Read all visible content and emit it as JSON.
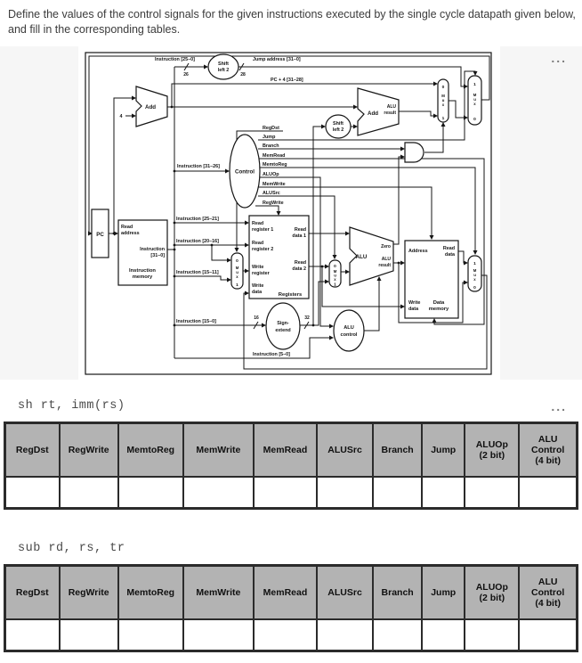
{
  "question": "Define the values of the control signals for the given instructions executed by the single cycle datapath given below, and fill in the corresponding tables.",
  "menus": {
    "diagram_menu": "...",
    "table_menu": "..."
  },
  "diagram": {
    "labels": {
      "instr_25_0": "Instruction [25–0]",
      "jump_address": "Jump address [31–0]",
      "pc_plus_4": "PC + 4 [31–28]",
      "shift_line1": "Shift",
      "shift_line2": "left 2",
      "bits_26": "26",
      "bits_28": "28",
      "bits_16": "16",
      "bits_32": "32",
      "add": "Add",
      "four": "4",
      "alu": "ALU",
      "result": "result",
      "zero": "Zero",
      "control": "Control",
      "control_lc": "control",
      "pc": "PC",
      "read": "Read",
      "address_lc": "address",
      "address": "Address",
      "instruction": "Instruction",
      "bits_31_0": "[31–0]",
      "memory": "memory",
      "write": "Write",
      "data_lc": "data",
      "data": "Data",
      "register_1": "register 1",
      "register_2": "register 2",
      "register": "register",
      "registers": "Registers",
      "data_1": "data 1",
      "data_2": "data 2",
      "sign_line1": "Sign-",
      "sign_line2": "extend",
      "instr_31_26": "Instruction [31–26]",
      "instr_25_21": "Instruction [25–21]",
      "instr_20_16": "Instruction [20–16]",
      "instr_15_11": "Instruction [15–11]",
      "instr_15_0": "Instruction [15–0]",
      "instr_5_0": "Instruction [5–0]",
      "mux_m": "M",
      "mux_u": "u",
      "mux_x": "x",
      "in0": "0",
      "in1": "1"
    },
    "control_signals": [
      "RegDst",
      "Jump",
      "Branch",
      "MemRead",
      "MemtoReg",
      "ALUOp",
      "MemWrite",
      "ALUSrc",
      "RegWrite"
    ]
  },
  "sections": [
    {
      "caption": "sh rt, imm(rs)"
    },
    {
      "caption": "sub rd, rs, tr"
    }
  ],
  "table": {
    "headers": [
      {
        "line1": "RegDst"
      },
      {
        "line1": "RegWrite"
      },
      {
        "line1": "MemtoReg"
      },
      {
        "line1": "MemWrite"
      },
      {
        "line1": "MemRead"
      },
      {
        "line1": "ALUSrc"
      },
      {
        "line1": "Branch"
      },
      {
        "line1": "Jump"
      },
      {
        "line1": "ALUOp",
        "line2": "(2 bit)"
      },
      {
        "line1": "ALU Control",
        "line2": "(4 bit)"
      }
    ]
  },
  "colors": {
    "header_bg": "#b3b3b3",
    "table_border": "#2b2b2b",
    "panel_bg": "#f6f6f6",
    "ink": "#161616"
  }
}
